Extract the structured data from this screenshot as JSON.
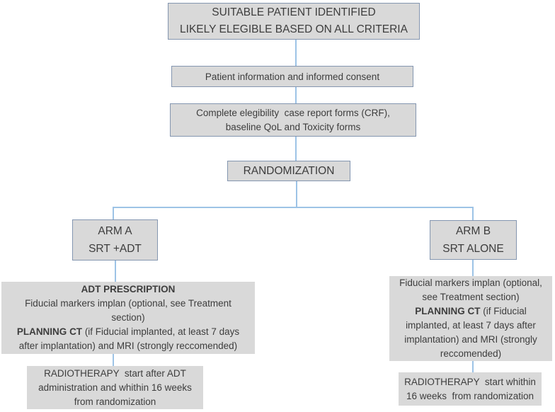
{
  "colors": {
    "box_fill": "#d9d9d9",
    "box_border": "#8496b0",
    "connector_line": "#9dc3e6",
    "text": "#3d3d3d"
  },
  "flow": {
    "top_box": {
      "line1": "SUITABLE PATIENT IDENTIFIED",
      "line2": "LIKELY ELEGIBLE BASED ON ALL CRITERIA"
    },
    "consent_box": {
      "text": "Patient information and informed consent"
    },
    "crf_box": {
      "line1": "Complete elegibility  case report forms (CRF),",
      "line2": "baseline QoL and Toxicity forms"
    },
    "randomization_box": {
      "text": "RANDOMIZATION"
    },
    "arm_a": {
      "line1": "ARM A",
      "line2": "SRT +ADT"
    },
    "arm_b": {
      "line1": "ARM B",
      "line2": "SRT ALONE"
    },
    "arm_a_detail": {
      "lines": [
        {
          "parts": [
            {
              "bold": true,
              "text": "ADT PRESCRIPTION"
            }
          ]
        },
        {
          "parts": [
            {
              "bold": false,
              "text": "Fiducial markers implan (optional, see Treatment"
            }
          ]
        },
        {
          "parts": [
            {
              "bold": false,
              "text": "section)"
            }
          ]
        },
        {
          "parts": [
            {
              "bold": true,
              "text": "PLANNING CT"
            },
            {
              "bold": false,
              "text": " (if Fiducial implanted, at least 7 days"
            }
          ]
        },
        {
          "parts": [
            {
              "bold": false,
              "text": "after implantation) and MRI (strongly reccomended)"
            }
          ]
        }
      ]
    },
    "arm_b_detail": {
      "lines": [
        {
          "parts": [
            {
              "bold": false,
              "text": "Fiducial markers implan (optional,"
            }
          ]
        },
        {
          "parts": [
            {
              "bold": false,
              "text": "see Treatment section)"
            }
          ]
        },
        {
          "parts": [
            {
              "bold": true,
              "text": "PLANNING CT"
            },
            {
              "bold": false,
              "text": " (if Fiducial"
            }
          ]
        },
        {
          "parts": [
            {
              "bold": false,
              "text": "implanted, at least 7 days after"
            }
          ]
        },
        {
          "parts": [
            {
              "bold": false,
              "text": "implantation) and MRI (strongly"
            }
          ]
        },
        {
          "parts": [
            {
              "bold": false,
              "text": "reccomended)"
            }
          ]
        }
      ]
    },
    "arm_a_rt_box": {
      "line1": "RADIOTHERAPY  start after ADT",
      "line2": "administration and whithin 16 weeks",
      "line3": "from randomization"
    },
    "arm_b_rt_box": {
      "line1": "RADIOTHERAPY  start whithin",
      "line2": "16 weeks  from randomization"
    }
  }
}
